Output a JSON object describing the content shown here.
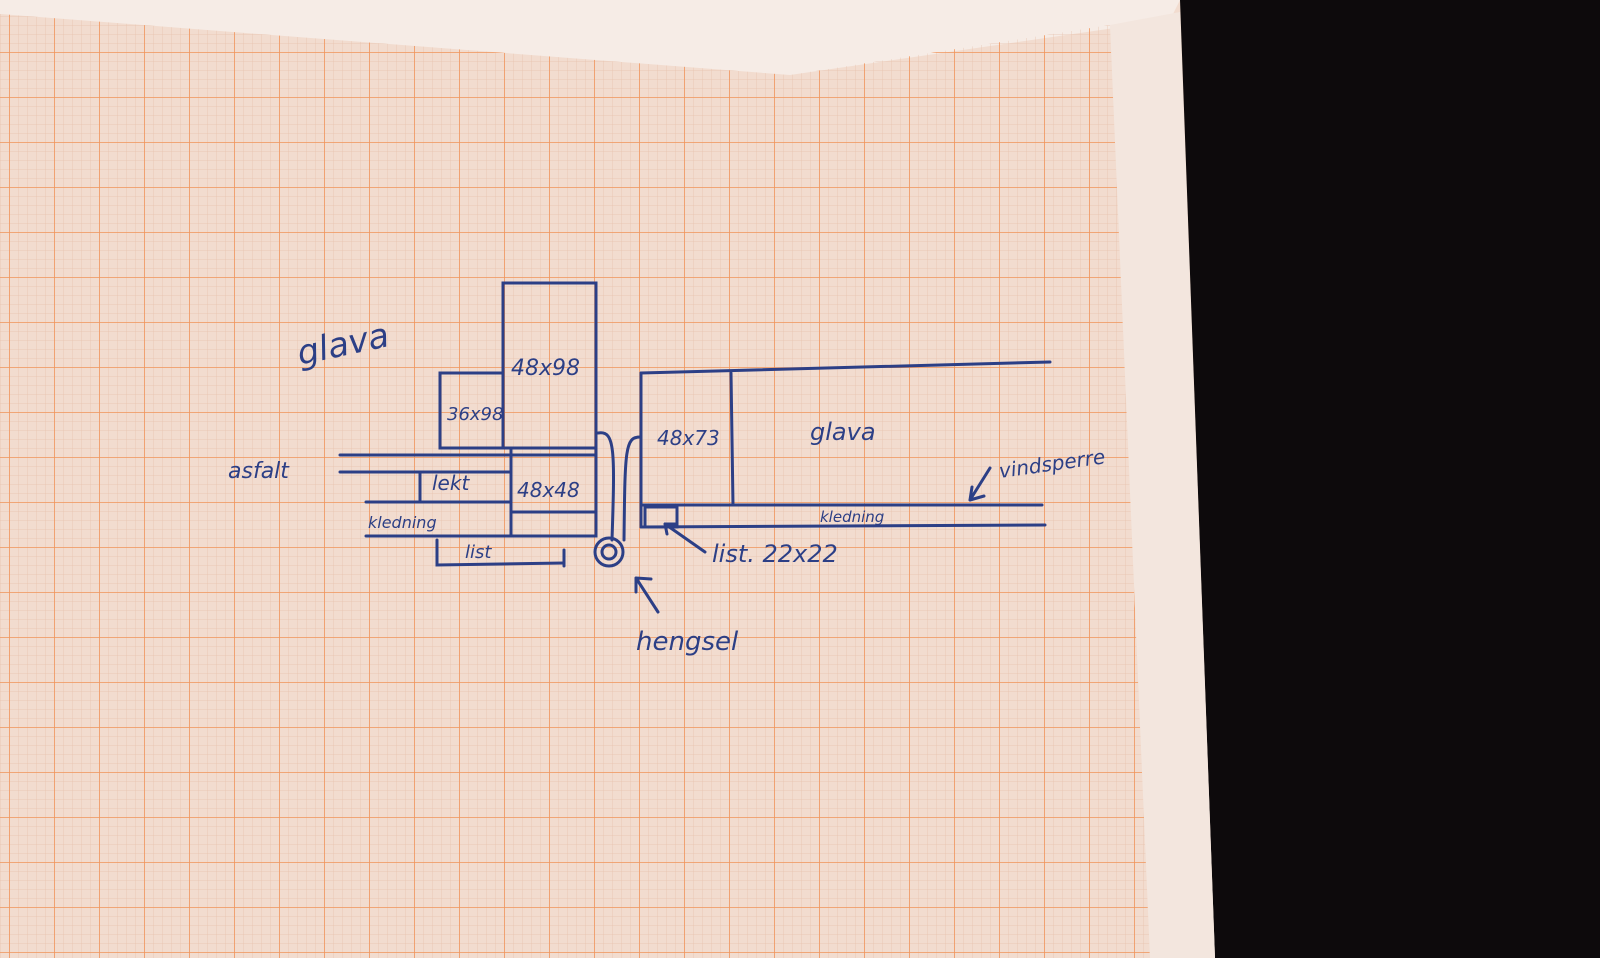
{
  "sketch": {
    "labels": {
      "glava_left": "glava",
      "stud_36x98": "36x98",
      "stud_48x98_top": "48x98",
      "asfalt": "asfalt",
      "lekt": "lekt",
      "stud_48x48": "48x48",
      "kledning_left": "kledning",
      "list_left": "list",
      "stud_48x73": "48x73",
      "glava_right": "glava",
      "vindsperre": "vindsperre",
      "kledning_right": "kledning",
      "list_22x22": "list. 22x22",
      "hengsel": "hengsel"
    },
    "colors": {
      "ink": "#2c3f86",
      "grid_major": "#f0945a",
      "grid_minor": "#e8bfa8",
      "paper": "#f3ddd0",
      "background": "#0d0a0c"
    }
  }
}
